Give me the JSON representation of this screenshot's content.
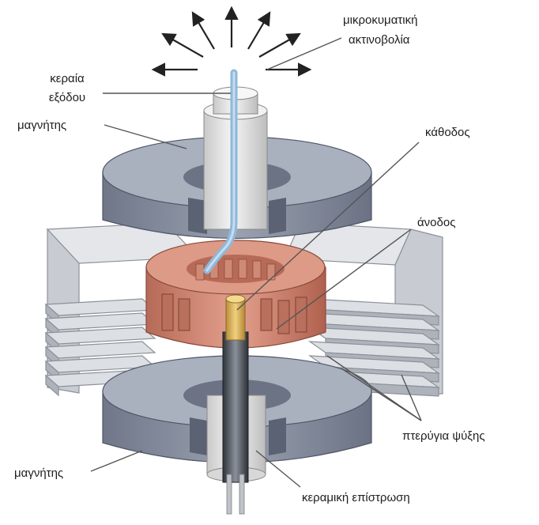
{
  "labels": {
    "microwave_radiation_line1": "μικροκυματική",
    "microwave_radiation_line2": "ακτινοβολία",
    "output_antenna_line1": "κεραία",
    "output_antenna_line2": "εξόδου",
    "magnet_top": "μαγνήτης",
    "cathode": "κάθοδος",
    "anode": "άνοδος",
    "cooling_fins": "πτερύγια ψύξης",
    "magnet_bottom": "μαγνήτης",
    "ceramic_coating": "κεραμική επίστρωση"
  },
  "colors": {
    "magnet_top_face": "#aab1bf",
    "magnet_side": "#7e8698",
    "magnet_dark": "#5c6475",
    "fin_face": "#d8dbe0",
    "fin_edge": "#9fa4ad",
    "anode_copper": "#d48b78",
    "anode_dark": "#a65e4c",
    "antenna_blue": "#8fb8db",
    "cathode_gold": "#d9b25a",
    "cathode_rod": "#4a4f57",
    "ceramic": "#e6e6e6",
    "leader_line": "#555555",
    "arrow": "#222222"
  }
}
